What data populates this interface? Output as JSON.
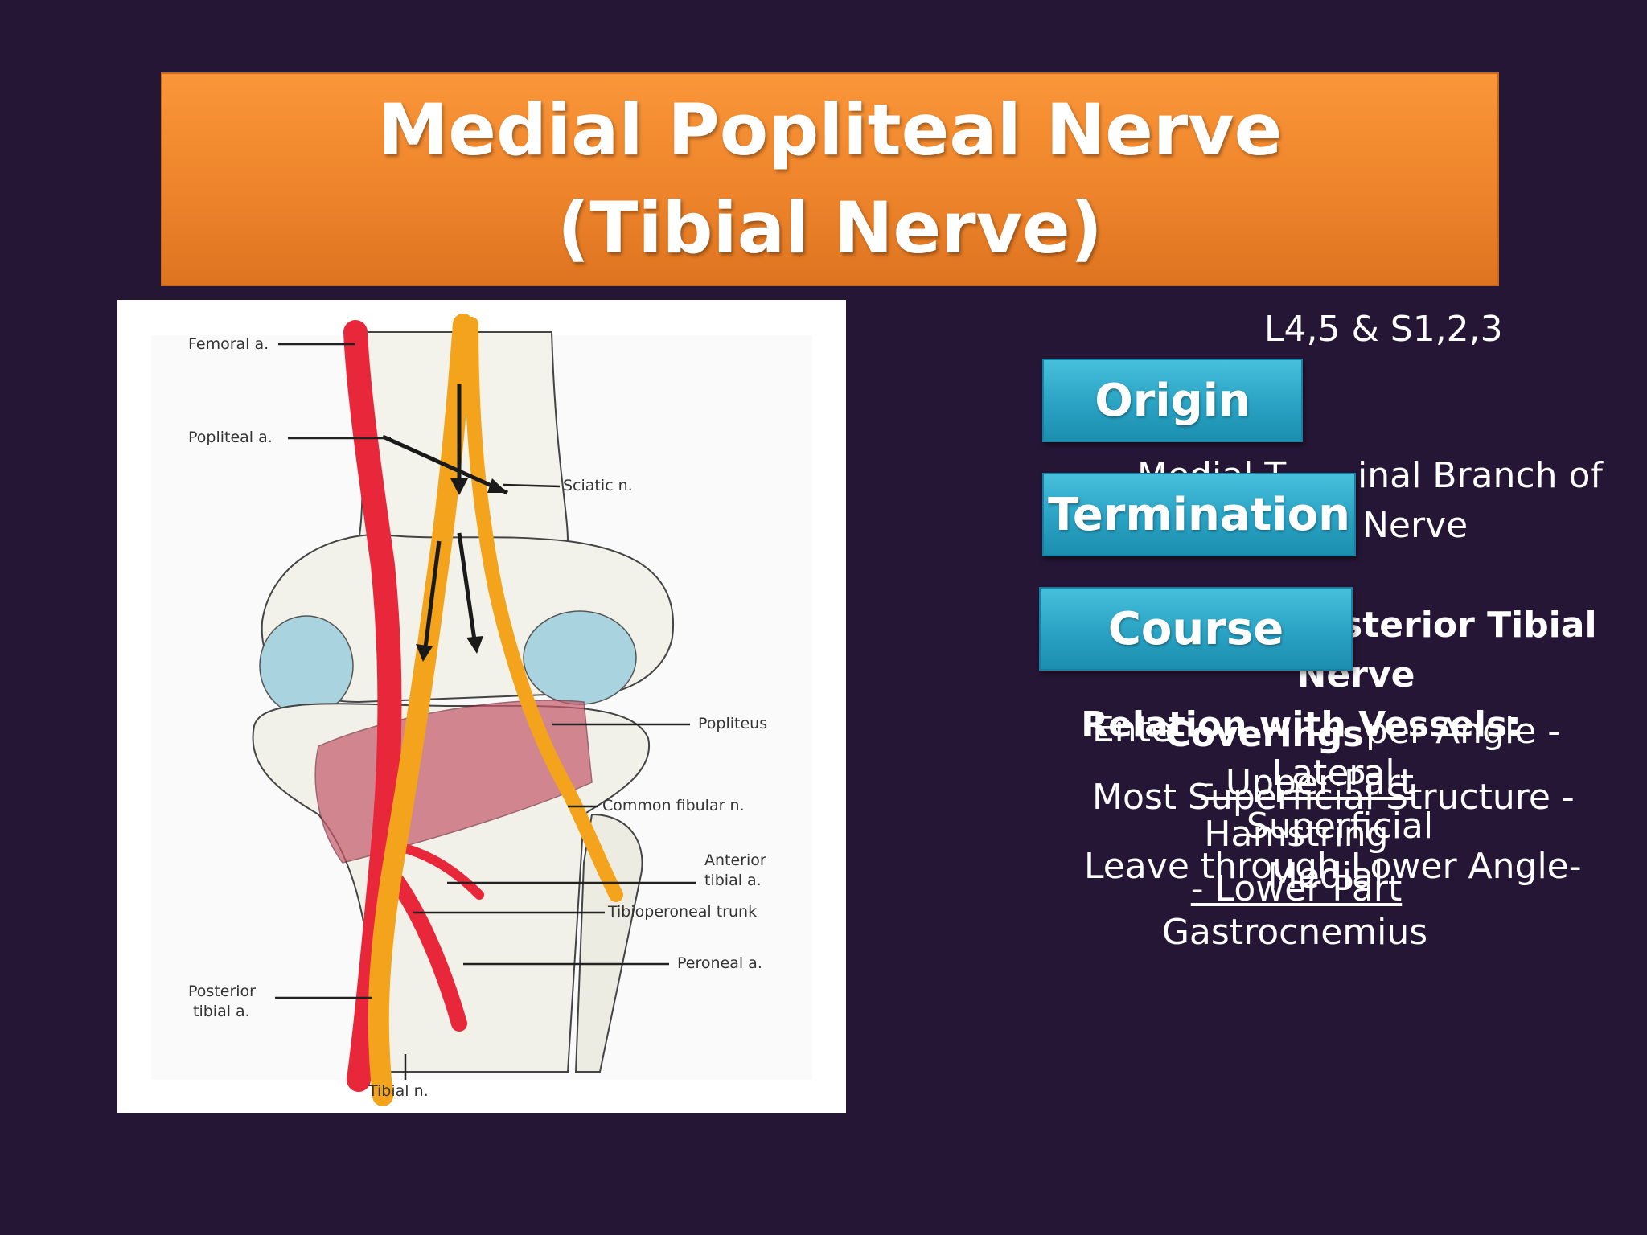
{
  "title": {
    "line1": "Medial Popliteal Nerve",
    "line2": "(Tibial Nerve)"
  },
  "figure": {
    "labels": {
      "femoral": "Femoral a.",
      "popliteal": "Popliteal a.",
      "sciatic": "Sciatic n.",
      "popliteus": "Popliteus",
      "common_fibular": "Common fibular n.",
      "anterior_tibial_1": "Anterior",
      "anterior_tibial_2": "tibial a.",
      "tibioperoneal": "Tibioperoneal trunk",
      "peroneal": "Peroneal a.",
      "posterior_tibial_1": "Posterior",
      "posterior_tibial_2": "tibial a.",
      "tibial": "Tibial n."
    },
    "colors": {
      "artery": "#e8283a",
      "nerve": "#f4a41c",
      "cartilage": "#a9d3de",
      "muscle": "#c45a6a"
    }
  },
  "tags": {
    "origin": "Origin",
    "termination": "Termination",
    "course": "Course"
  },
  "content": {
    "origin_value": "L4,5 & S1,2,3",
    "medial_1a": "Medial T",
    "medial_1b": "inal Branch of",
    "medial_2": "Nerve",
    "posterior_1": "sterior Tibial",
    "posterior_2": "Nerve",
    "course_enter": "Ente",
    "relation": "Relation with Vessels:",
    "coverings": "Coverings",
    "upper_angle": "per Angle  -",
    "lateral": "Lateral",
    "upper_part": "- Upper Part",
    "most_superficial": "Most Superficial Structure  -",
    "superficial": "Superficial",
    "hamstring": "Hamstring",
    "leave_through": "Leave through Lower Angle-",
    "medial_word": "Medial",
    "lower_part": "- Lower Part",
    "gastrocnemius": "Gastrocnemius"
  }
}
